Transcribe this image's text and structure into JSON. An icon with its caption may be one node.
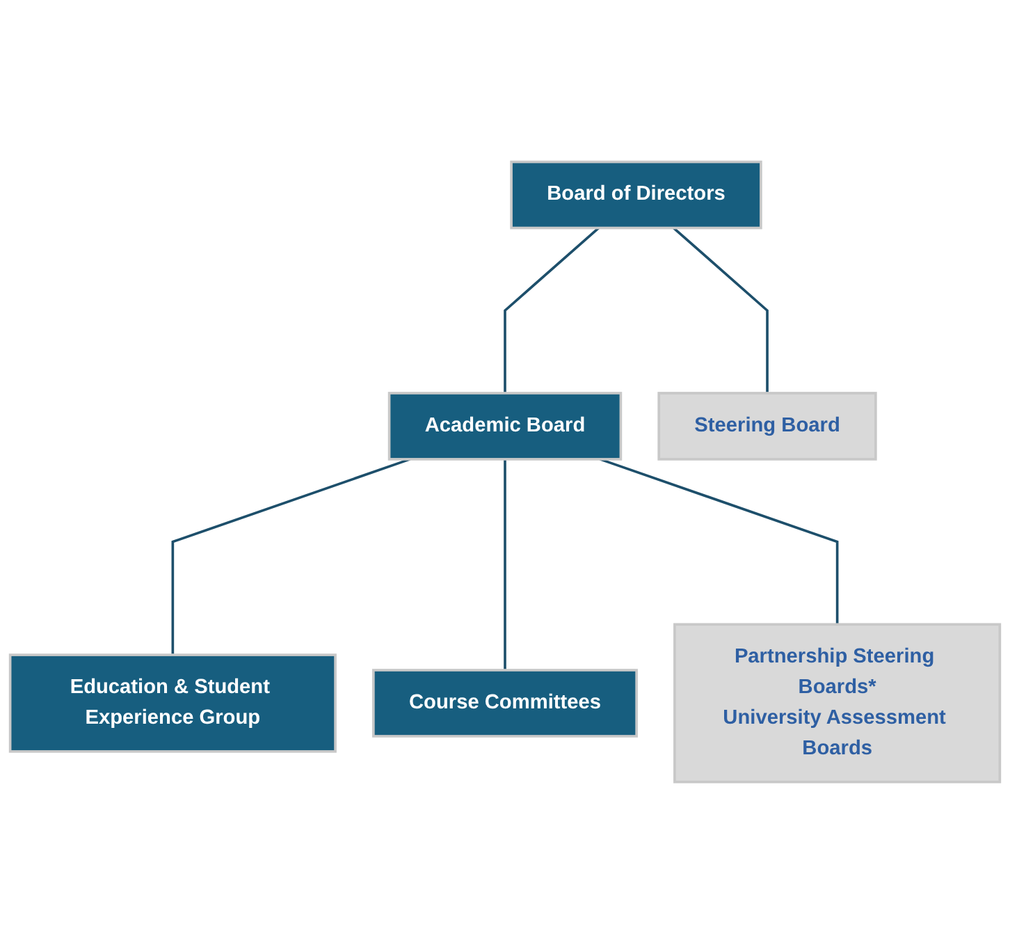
{
  "diagram": {
    "nodes": [
      {
        "text": [
          "Board of Directors"
        ]
      },
      {
        "text": [
          "Academic Board"
        ]
      },
      {
        "text": [
          "Steering Board"
        ]
      },
      {
        "text": [
          "Education & Student Experience Group"
        ]
      },
      {
        "text": [
          "Course Committees"
        ]
      },
      {
        "text": [
          "Partnership Steering Boards*",
          "University Assessment Boards"
        ]
      }
    ],
    "edges": [
      {
        "from": 0,
        "to": 1,
        "arrow": "none"
      },
      {
        "from": 0,
        "to": 2,
        "arrow": "none"
      },
      {
        "from": 1,
        "to": 3,
        "arrow": "none"
      },
      {
        "from": 1,
        "to": 4,
        "arrow": "none"
      },
      {
        "from": 1,
        "to": 5,
        "arrow": "none"
      }
    ]
  }
}
